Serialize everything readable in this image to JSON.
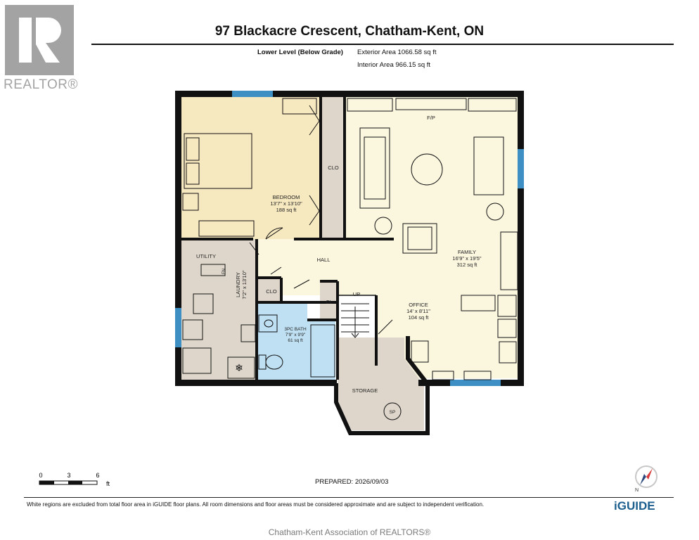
{
  "logo": {
    "text": "REALTOR®"
  },
  "header": {
    "title": "97 Blackacre Crescent, Chatham-Kent, ON",
    "level": "Lower Level (Below Grade)",
    "exterior_area": "Exterior Area 1066.58 sq ft",
    "interior_area": "Interior Area 966.15 sq ft"
  },
  "rooms": {
    "bedroom": {
      "name": "BEDROOM",
      "dims": "13'7\" x 13'10\"",
      "area": "188 sq ft"
    },
    "family": {
      "name": "FAMILY",
      "dims": "16'9\" x 19'5\"",
      "area": "312 sq ft"
    },
    "office": {
      "name": "OFFICE",
      "dims": "14' x 8'11\"",
      "area": "104 sq ft"
    },
    "bath": {
      "name": "3PC BATH",
      "dims": "7'9\" x 9'9\"",
      "area": "61 sq ft"
    },
    "laundry": {
      "name": "LAUNDRY",
      "dims": "7'2\" x 13'10\""
    },
    "utility": "UTILITY",
    "hall": "HALL",
    "storage": "STORAGE",
    "clo_bed": "CLO",
    "clo_hall": "CLO",
    "cl": "CL",
    "up": "UP",
    "fp": "F/P",
    "fn": "FN",
    "sp": "SP"
  },
  "scale": {
    "t0": "0",
    "t3": "3",
    "t6": "6",
    "unit": "ft"
  },
  "prepared": "PREPARED: 2026/09/03",
  "disclaimer": "White regions are excluded from total floor area in iGUIDE floor plans. All room dimensions and floor areas must be considered approximate and are subject to independent verification.",
  "brand": "iGUIDE",
  "compass_label": "N",
  "footer": "Chatham-Kent Association of REALTORS®",
  "colors": {
    "bedroom": "#f6e8bf",
    "family": "#fbf6de",
    "laundry": "#ded6cb",
    "bath": "#bfe0f2",
    "storage": "#ded6cb",
    "window": "#3d8fc4",
    "wall": "#111111",
    "brand": "#1c5f8e"
  },
  "icons": [
    "logo-mark",
    "compass-icon",
    "iguide-logo"
  ]
}
